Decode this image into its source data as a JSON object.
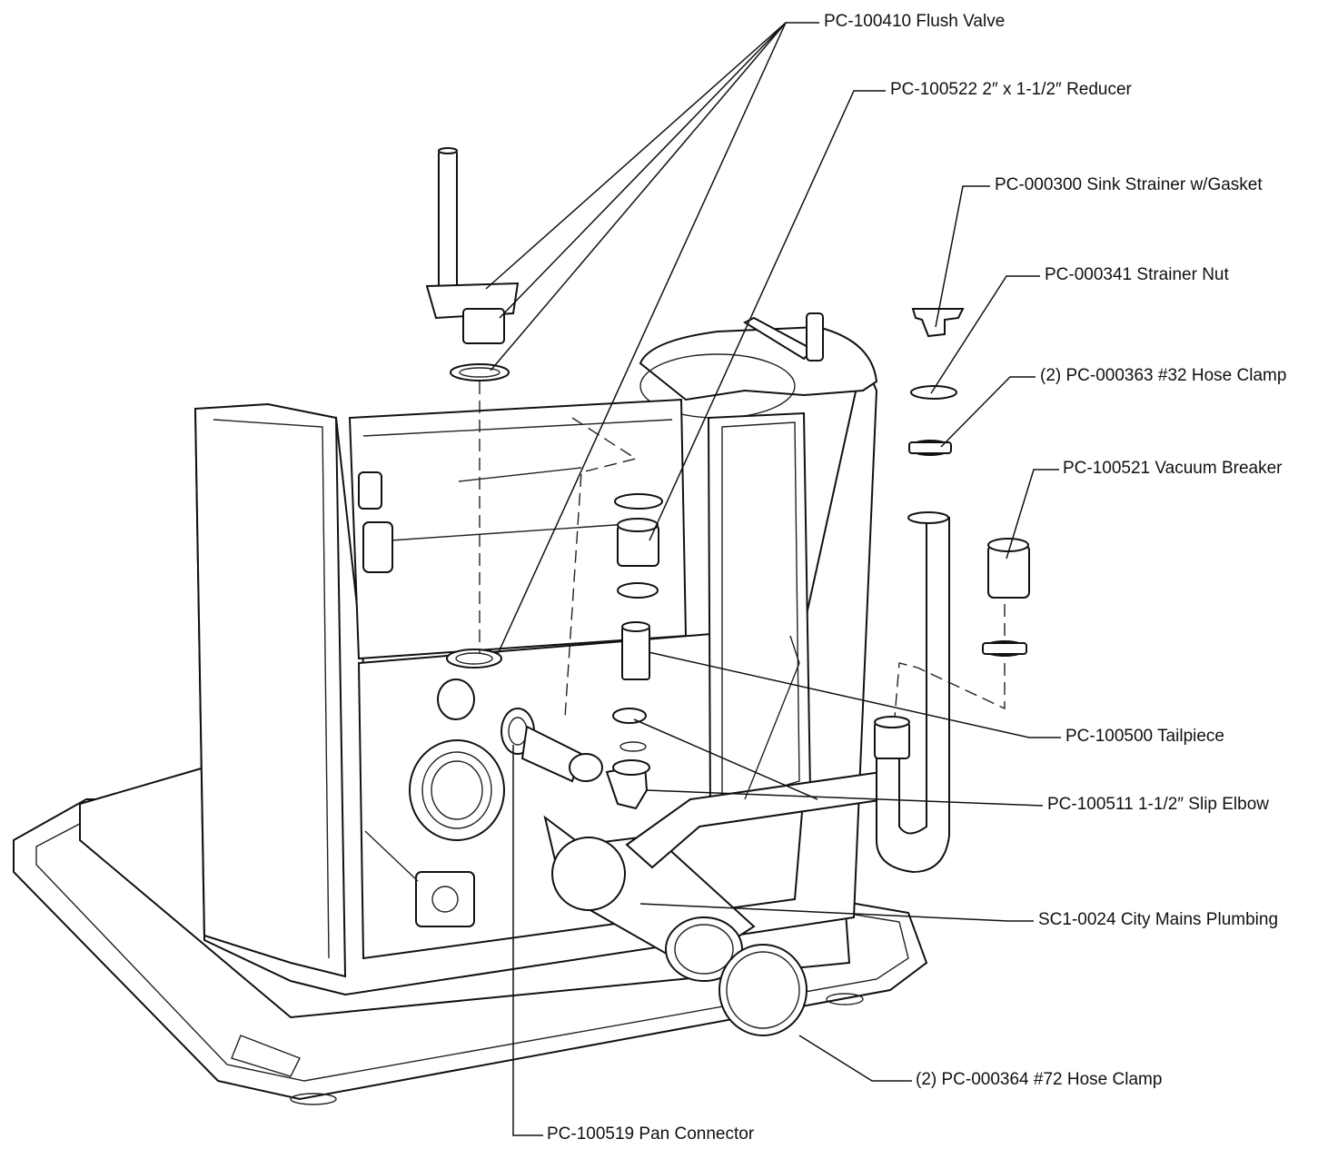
{
  "labels": {
    "flush_valve": "PC-100410 Flush Valve",
    "reducer": "PC-100522 2″ x 1-1/2″ Reducer",
    "sink_strainer": "PC-000300 Sink Strainer w/Gasket",
    "strainer_nut": "PC-000341 Strainer Nut",
    "hose_clamp_32": "(2) PC-000363 #32 Hose Clamp",
    "vacuum_breaker": "PC-100521 Vacuum Breaker",
    "tailpiece": "PC-100500 Tailpiece",
    "slip_elbow": "PC-100511 1-1/2″ Slip Elbow",
    "city_mains": "SC1-0024 City Mains Plumbing",
    "hose_clamp_72": "(2) PC-000364 #72 Hose Clamp",
    "pan_connector": "PC-100519 Pan Connector"
  },
  "colors": {
    "line": "#111111",
    "background": "#ffffff"
  }
}
